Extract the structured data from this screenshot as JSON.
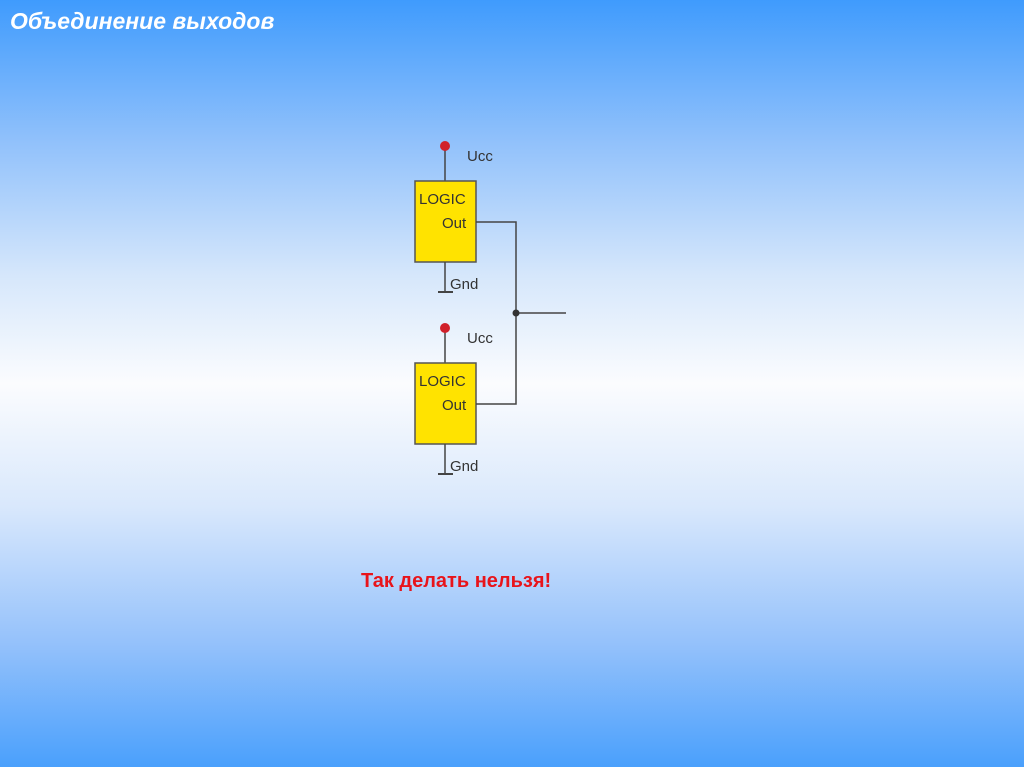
{
  "slide": {
    "title": "Объединение выходов",
    "warning": "Так делать нельзя!"
  },
  "diagram": {
    "gates": [
      {
        "name": "LOGIC",
        "output": "Out",
        "supply": "Ucc",
        "ground": "Gnd"
      },
      {
        "name": "LOGIC",
        "output": "Out",
        "supply": "Ucc",
        "ground": "Gnd"
      }
    ]
  },
  "colors": {
    "gate_fill": "#ffe300",
    "supply_dot": "#d0202a",
    "warning": "#e8141b"
  }
}
